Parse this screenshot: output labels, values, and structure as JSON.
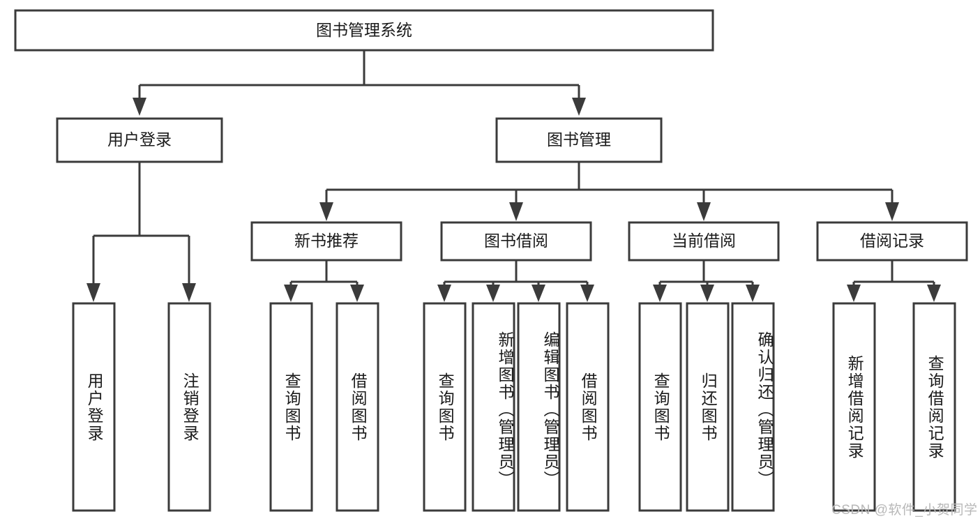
{
  "diagram": {
    "type": "tree-hierarchy",
    "title": "图书管理系统",
    "root": {
      "id": "root",
      "label": "图书管理系统"
    },
    "level2": [
      {
        "id": "user-login",
        "label": "用户登录"
      },
      {
        "id": "book-manage",
        "label": "图书管理"
      }
    ],
    "level3": [
      {
        "id": "new-book-rec",
        "label": "新书推荐"
      },
      {
        "id": "book-borrow",
        "label": "图书借阅"
      },
      {
        "id": "current-borrow",
        "label": "当前借阅"
      },
      {
        "id": "borrow-record",
        "label": "借阅记录"
      }
    ],
    "leaves": {
      "user_login": [
        {
          "id": "leaf-user-login",
          "label": "用户登录"
        },
        {
          "id": "leaf-logout-login",
          "label": "注销登录"
        }
      ],
      "new_book_rec": [
        {
          "id": "leaf-query-book-1",
          "label": "查询图书"
        },
        {
          "id": "leaf-borrow-book-1",
          "label": "借阅图书"
        }
      ],
      "book_borrow": [
        {
          "id": "leaf-query-book-2",
          "label": "查询图书"
        },
        {
          "id": "leaf-add-book",
          "label": "新增图书（管理员）"
        },
        {
          "id": "leaf-edit-book",
          "label": "编辑图书（管理员）"
        },
        {
          "id": "leaf-borrow-book-2",
          "label": "借阅图书"
        }
      ],
      "current_borrow": [
        {
          "id": "leaf-query-book-3",
          "label": "查询图书"
        },
        {
          "id": "leaf-return-book",
          "label": "归还图书"
        },
        {
          "id": "leaf-confirm-return",
          "label": "确认归还（管理员）"
        }
      ],
      "borrow_record": [
        {
          "id": "leaf-add-record",
          "label": "新增借阅记录"
        },
        {
          "id": "leaf-query-record",
          "label": "查询借阅记录"
        }
      ]
    }
  },
  "watermark": {
    "text": "CSDN @软件_小贺同学"
  },
  "colors": {
    "stroke": "#3b3b3b",
    "box_fill": "#ffffff",
    "text": "#1a1a1a",
    "watermark": "#b8b8b8",
    "background": "#ffffff"
  }
}
